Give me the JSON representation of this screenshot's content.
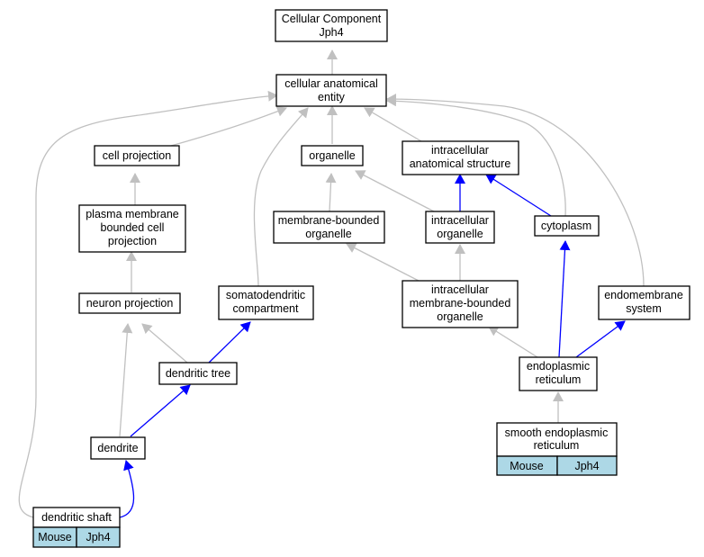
{
  "graph": {
    "nodes": {
      "root": {
        "lines": [
          "Cellular Component",
          "Jph4"
        ]
      },
      "cae": {
        "lines": [
          "cellular anatomical",
          "entity"
        ]
      },
      "cellproj": {
        "lines": [
          "cell projection"
        ]
      },
      "organelle": {
        "lines": [
          "organelle"
        ]
      },
      "ias": {
        "lines": [
          "intracellular",
          "anatomical structure"
        ]
      },
      "pmbcp": {
        "lines": [
          "plasma membrane",
          "bounded cell",
          "projection"
        ]
      },
      "mbo": {
        "lines": [
          "membrane-bounded",
          "organelle"
        ]
      },
      "icorg": {
        "lines": [
          "intracellular",
          "organelle"
        ]
      },
      "cytoplasm": {
        "lines": [
          "cytoplasm"
        ]
      },
      "neuronproj": {
        "lines": [
          "neuron projection"
        ]
      },
      "somato": {
        "lines": [
          "somatodendritic",
          "compartment"
        ]
      },
      "imbo": {
        "lines": [
          "intracellular",
          "membrane-bounded",
          "organelle"
        ]
      },
      "endomem": {
        "lines": [
          "endomembrane",
          "system"
        ]
      },
      "dtree": {
        "lines": [
          "dendritic tree"
        ]
      },
      "er": {
        "lines": [
          "endoplasmic",
          "reticulum"
        ]
      },
      "dendrite": {
        "lines": [
          "dendrite"
        ]
      },
      "ser": {
        "lines": [
          "smooth endoplasmic",
          "reticulum"
        ],
        "cells": [
          "Mouse",
          "Jph4"
        ]
      },
      "dshaft": {
        "lines": [
          "dendritic shaft"
        ],
        "cells": [
          "Mouse",
          "Jph4"
        ]
      }
    },
    "colors": {
      "relation_is_a": "#c0c0c0",
      "relation_part_of": "#0000ff",
      "annotated_fill": "#add8e6"
    }
  }
}
